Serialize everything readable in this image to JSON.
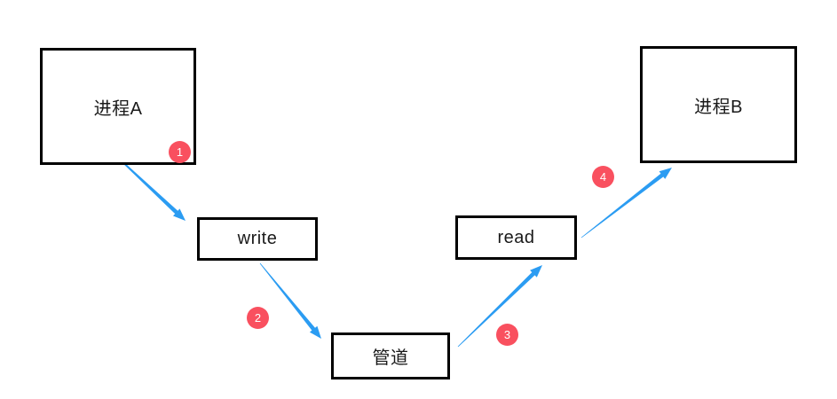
{
  "diagram": {
    "nodes": [
      {
        "id": "process-a",
        "label": "进程A"
      },
      {
        "id": "write",
        "label": "write"
      },
      {
        "id": "pipe",
        "label": "管道"
      },
      {
        "id": "read",
        "label": "read"
      },
      {
        "id": "process-b",
        "label": "进程B"
      }
    ],
    "badges": [
      {
        "n": "1"
      },
      {
        "n": "2"
      },
      {
        "n": "3"
      },
      {
        "n": "4"
      }
    ],
    "colors": {
      "arrow": "#2b9cf2",
      "badge": "#f9505f",
      "node_border": "#000000",
      "text": "#1a1a1a",
      "background": "#ffffff"
    }
  }
}
